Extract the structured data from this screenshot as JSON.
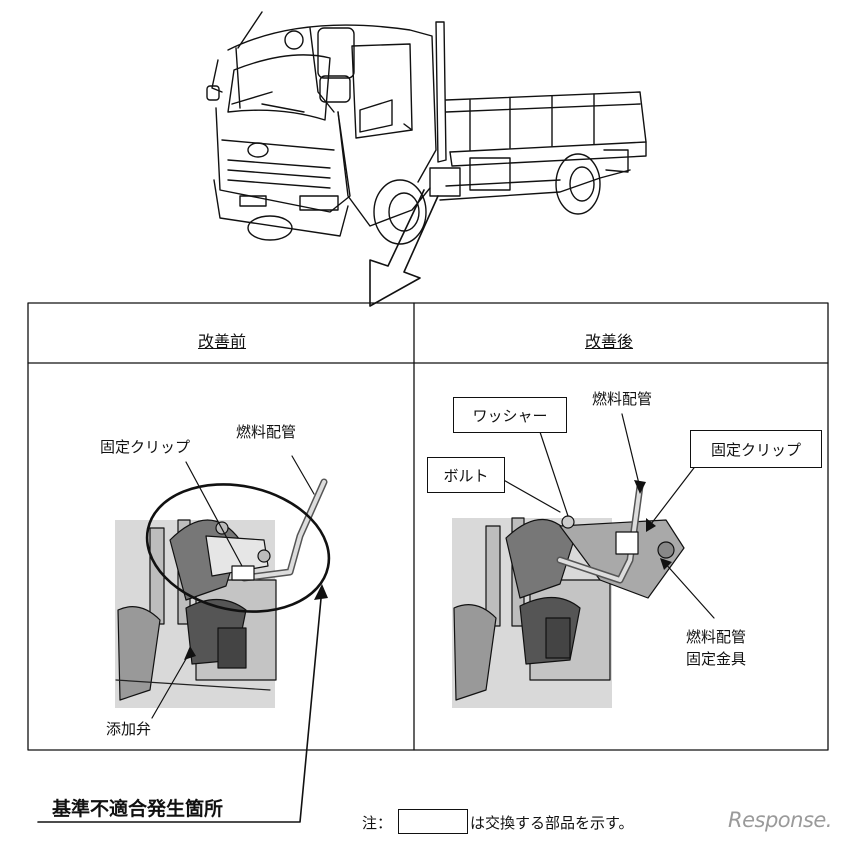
{
  "panels": {
    "before": {
      "header": "改善前",
      "labels": {
        "fixing_clip": "固定クリップ",
        "fuel_pipe": "燃料配管",
        "additive_valve": "添加弁"
      }
    },
    "after": {
      "header": "改善後",
      "labels": {
        "washer": "ワッシャー",
        "fuel_pipe": "燃料配管",
        "fixing_clip": "固定クリップ",
        "bolt": "ボルト",
        "bracket_line1": "燃料配管",
        "bracket_line2": "固定金具"
      }
    }
  },
  "defect_location": "基準不適合発生箇所",
  "note": {
    "prefix": "注：",
    "suffix": "は交換する部品を示す。"
  },
  "watermark": "Response."
}
